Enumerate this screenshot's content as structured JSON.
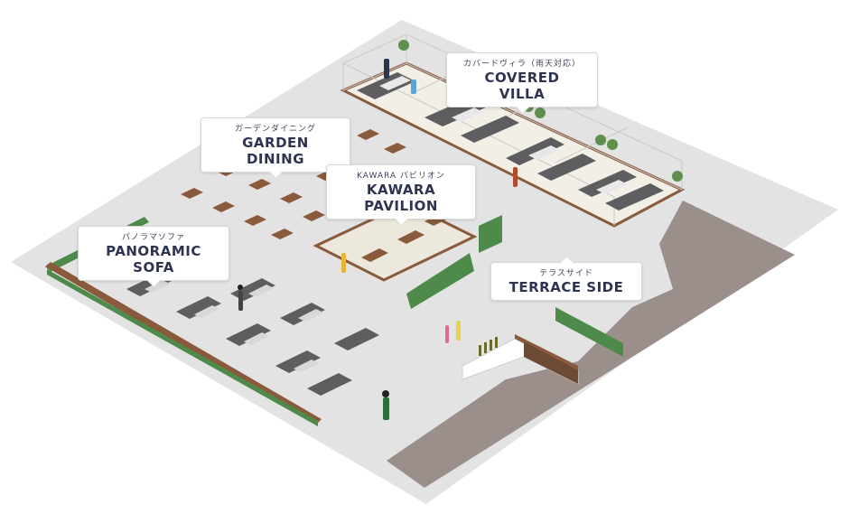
{
  "areas": [
    {
      "id": "covered-villa",
      "sub": "カバードヴィラ（雨天対応）",
      "main": "COVERED VILLA"
    },
    {
      "id": "garden-dining",
      "sub": "ガーデンダイニング",
      "main": "GARDEN DINING"
    },
    {
      "id": "kawara-pavilion",
      "sub": "KAWARA パビリオン",
      "main": "KAWARA PAVILION"
    },
    {
      "id": "panoramic-sofa",
      "sub": "パノラマソファ",
      "main": "PANORAMIC SOFA"
    },
    {
      "id": "terrace-side",
      "sub": "テラスサイド",
      "main": "TERRACE SIDE"
    }
  ],
  "colors": {
    "floor": "#e3e3e3",
    "path": "#9a8d8a",
    "wood": "#8a5a3c",
    "glass": "#e9e6dc",
    "sofa": "#5e5e60",
    "cushion": "#d8d8d8",
    "hedge": "#4e8a4a",
    "label_text": "#2e3350"
  },
  "icons": [
    "plant-icon",
    "person-icon",
    "table-icon",
    "sofa-icon",
    "bar-counter-icon",
    "bottle-icon"
  ]
}
